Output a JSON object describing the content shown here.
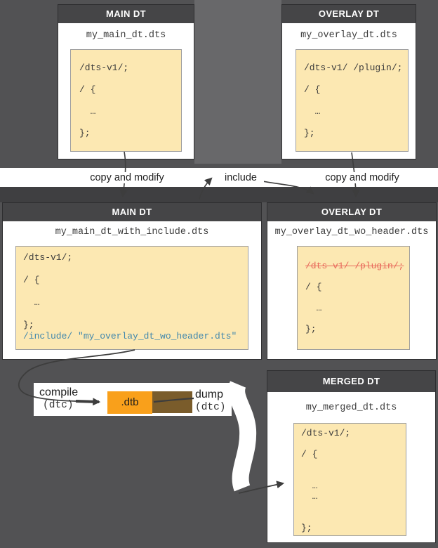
{
  "colors": {
    "background": "#525254",
    "header_bg": "#454547",
    "panel_bg": "#ffffff",
    "code_bg": "#fce8b2",
    "include_blue": "#4288ad",
    "removed_red": "#e8695b",
    "dtb_orange": "#f9a01b",
    "dtb_brown": "#7a5c2b",
    "arrow": "#3d3d3d"
  },
  "panels": {
    "top_main": {
      "title": "MAIN DT",
      "filename": "my_main_dt.dts",
      "code": [
        {
          "t": "/dts-v1/;",
          "s": "code"
        },
        {
          "t": "/ {",
          "s": "code"
        },
        {
          "t": "  …",
          "s": "code"
        },
        {
          "t": "};",
          "s": "code"
        }
      ]
    },
    "top_overlay": {
      "title": "OVERLAY DT",
      "filename": "my_overlay_dt.dts",
      "code": [
        {
          "t": "/dts-v1/ /plugin/;",
          "s": "code"
        },
        {
          "t": "/ {",
          "s": "code"
        },
        {
          "t": "  …",
          "s": "code"
        },
        {
          "t": "};",
          "s": "code"
        }
      ]
    },
    "mid_main": {
      "title": "MAIN DT",
      "filename": "my_main_dt_with_include.dts",
      "code": [
        {
          "t": "/dts-v1/;",
          "s": "code"
        },
        {
          "t": "",
          "s": "code"
        },
        {
          "t": "/ {",
          "s": "code"
        },
        {
          "t": "",
          "s": "code"
        },
        {
          "t": "  …",
          "s": "code"
        },
        {
          "t": "",
          "s": "code"
        },
        {
          "t": "};",
          "s": "code"
        },
        {
          "t": "/include/ \"my_overlay_dt_wo_header.dts\"",
          "s": "include"
        }
      ]
    },
    "mid_overlay": {
      "title": "OVERLAY DT",
      "filename": "my_overlay_dt_wo_header.dts",
      "code": [
        {
          "t": "/dts-v1/ /plugin/;",
          "s": "removed"
        },
        {
          "t": "/ {",
          "s": "code"
        },
        {
          "t": "  …",
          "s": "code"
        },
        {
          "t": "};",
          "s": "code"
        }
      ]
    },
    "merged": {
      "title": "MERGED DT",
      "filename": "my_merged_dt.dts",
      "code": [
        {
          "t": "/dts-v1/;",
          "s": "code"
        },
        {
          "t": "",
          "s": "code"
        },
        {
          "t": "/ {",
          "s": "code"
        },
        {
          "t": "",
          "s": "code"
        },
        {
          "t": "",
          "s": "code"
        },
        {
          "t": "  …",
          "s": "code"
        },
        {
          "t": "  …",
          "s": "code"
        },
        {
          "t": "",
          "s": "code"
        },
        {
          "t": "",
          "s": "code"
        },
        {
          "t": "};",
          "s": "code"
        }
      ]
    }
  },
  "labels": {
    "copy_left": "copy and modify",
    "include": "include",
    "copy_right": "copy and modify",
    "compile": "compile",
    "compile_tool": "(dtc)",
    "dtb": ".dtb",
    "dump": "dump",
    "dump_tool": "(dtc)"
  }
}
